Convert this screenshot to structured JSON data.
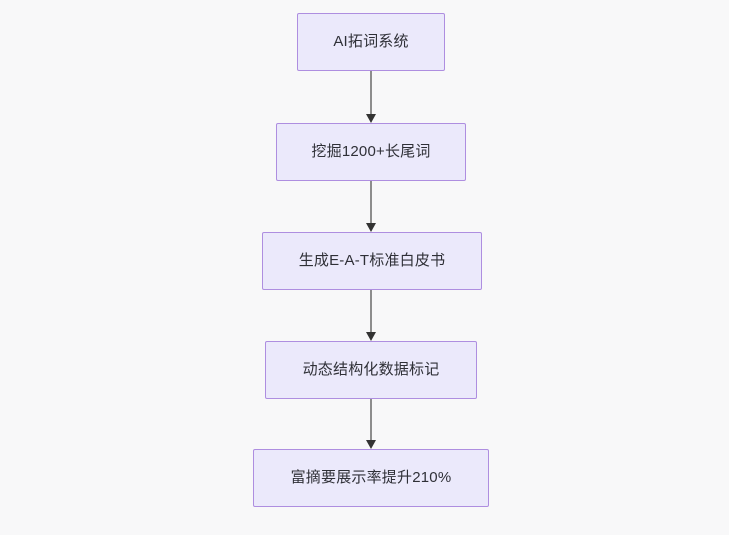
{
  "diagram": {
    "type": "flowchart",
    "orientation": "top-to-bottom",
    "background_color": "#f8f8f9",
    "node_fill_color": "#ebe9fb",
    "node_border_color": "#ae8ee0",
    "node_text_color": "#2f3037",
    "connector_line_color": "#8d8d8d",
    "connector_arrow_color": "#333333",
    "nodes": [
      {
        "id": "n0",
        "label": "AI拓词系统"
      },
      {
        "id": "n1",
        "label": "挖掘1200+长尾词"
      },
      {
        "id": "n2",
        "label": "生成E-A-T标准白皮书"
      },
      {
        "id": "n3",
        "label": "动态结构化数据标记"
      },
      {
        "id": "n4",
        "label": "富摘要展示率提升210%"
      }
    ],
    "edges": [
      {
        "from": "n0",
        "to": "n1",
        "arrow": "arrow-down-icon"
      },
      {
        "from": "n1",
        "to": "n2",
        "arrow": "arrow-down-icon"
      },
      {
        "from": "n2",
        "to": "n3",
        "arrow": "arrow-down-icon"
      },
      {
        "from": "n3",
        "to": "n4",
        "arrow": "arrow-down-icon"
      }
    ]
  }
}
